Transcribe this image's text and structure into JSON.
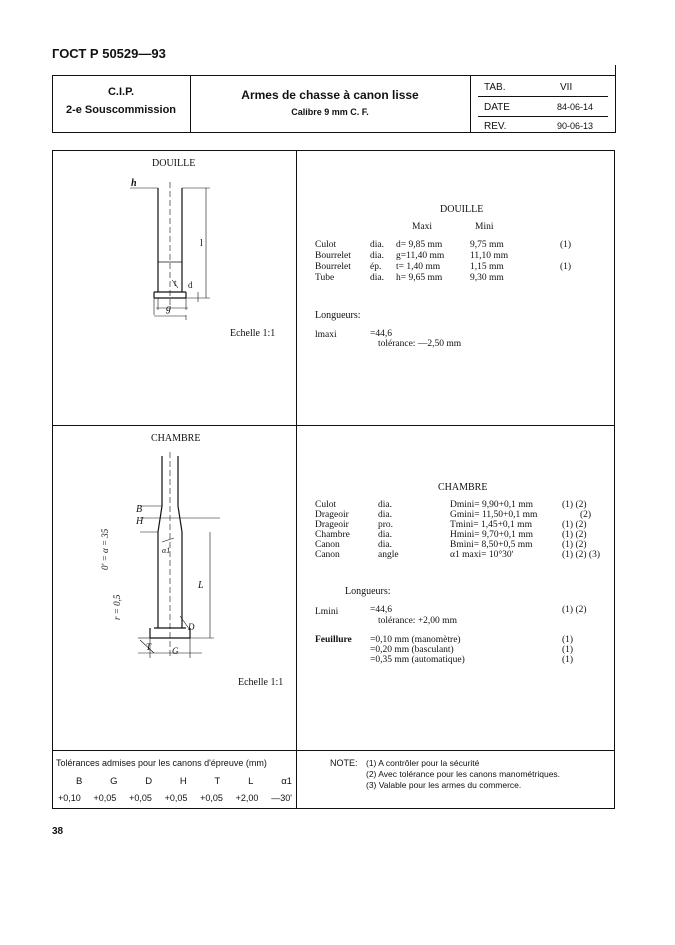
{
  "doc_number": "ГОСТ Р 50529—93",
  "header": {
    "org": "C.I.P.",
    "subcommission": "2-e Souscommission",
    "title": "Armes de chasse à canon lisse",
    "subtitle": "Calibre 9 mm C. F.",
    "tab_label": "TAB.",
    "tab_value": "VII",
    "date_label": "DATE",
    "date_value": "84-06-14",
    "rev_label": "REV.",
    "rev_value": "90-06-13"
  },
  "douille_section": {
    "drawing_title": "DOUILLE",
    "scale": "Echelle 1:1",
    "dim_labels": {
      "h": "h",
      "l": "l",
      "t": "t",
      "g": "g",
      "d": "d"
    },
    "table_title": "DOUILLE",
    "col_maxi": "Maxi",
    "col_mini": "Mini",
    "rows": [
      {
        "name": "Culot",
        "kind": "dia.",
        "maxi": "d= 9,85 mm",
        "mini": "9,75 mm",
        "note": "(1)"
      },
      {
        "name": "Bourrelet",
        "kind": "dia.",
        "maxi": "g=11,40 mm",
        "mini": "11,10 mm",
        "note": ""
      },
      {
        "name": "Bourrelet",
        "kind": "ép.",
        "maxi": "t= 1,40 mm",
        "mini": "1,15 mm",
        "note": "(1)"
      },
      {
        "name": "Tube",
        "kind": "dia.",
        "maxi": "h= 9,65 mm",
        "mini": "9,30 mm",
        "note": ""
      }
    ],
    "longueurs_label": "Longueurs:",
    "lmaxi_label": "lmaxi",
    "lmaxi_value": "=44,6",
    "tolerance": "tolérance: —2,50 mm"
  },
  "chambre_section": {
    "drawing_title": "CHAMBRE",
    "scale": "Echelle 1:1",
    "dim_labels": {
      "B": "B",
      "H": "H",
      "a1": "α1",
      "L": "L",
      "T": "T",
      "D": "D",
      "G": "G",
      "angle_note": "0ʹ = α = 35",
      "r_note": "r = 0,5"
    },
    "table_title": "CHAMBRE",
    "rows": [
      {
        "name": "Culot",
        "kind": "dia.",
        "value": "Dmini= 9,90+0,1 mm",
        "notes": "(1) (2)"
      },
      {
        "name": "Drageoir",
        "kind": "dia.",
        "value": "Gmini= 11,50+0,1 mm",
        "notes": "(2)"
      },
      {
        "name": "Drageoir",
        "kind": "pro.",
        "value": "Tmini= 1,45+0,1 mm",
        "notes": "(1) (2)"
      },
      {
        "name": "Chambre",
        "kind": "dia.",
        "value": "Hmini= 9,70+0,1 mm",
        "notes": "(1) (2)"
      },
      {
        "name": "Canon",
        "kind": "dia.",
        "value": "Bmini= 8,50+0,5 mm",
        "notes": "(1) (2)"
      },
      {
        "name": "Canon",
        "kind": "angle",
        "value": "α1 maxi= 10°30ʹ",
        "notes": "(1) (2) (3)"
      }
    ],
    "longueurs_label": "Longueurs:",
    "lmini_label": "Lmini",
    "lmini_value": "=44,6",
    "tolerance": "tolérance: +2,00 mm",
    "feuillure_label": "Feuillure",
    "feuillure_rows": [
      {
        "value": "=0,10 mm (manomètre)",
        "note": "(1)"
      },
      {
        "value": "=0,20 mm (basculant)",
        "note": "(1)"
      },
      {
        "value": "=0,35 mm (automatique)",
        "note": "(1)"
      }
    ]
  },
  "footer": {
    "tolerances_title": "Tolérances admises pour les canons d'épreuve (mm)",
    "tol_headers": [
      "B",
      "G",
      "D",
      "H",
      "T",
      "L",
      "α1"
    ],
    "tol_values": [
      "+0,10",
      "+0,05",
      "+0,05",
      "+0,05",
      "+0,05",
      "+2,00",
      "—30ʹ"
    ],
    "note_label": "NOTE:",
    "notes": [
      "(1) A contrôler pour la sécurité",
      "(2) Avec tolérance pour les canons manométriques.",
      "(3) Valable pour les armes du commerce."
    ]
  },
  "page_number": "38"
}
